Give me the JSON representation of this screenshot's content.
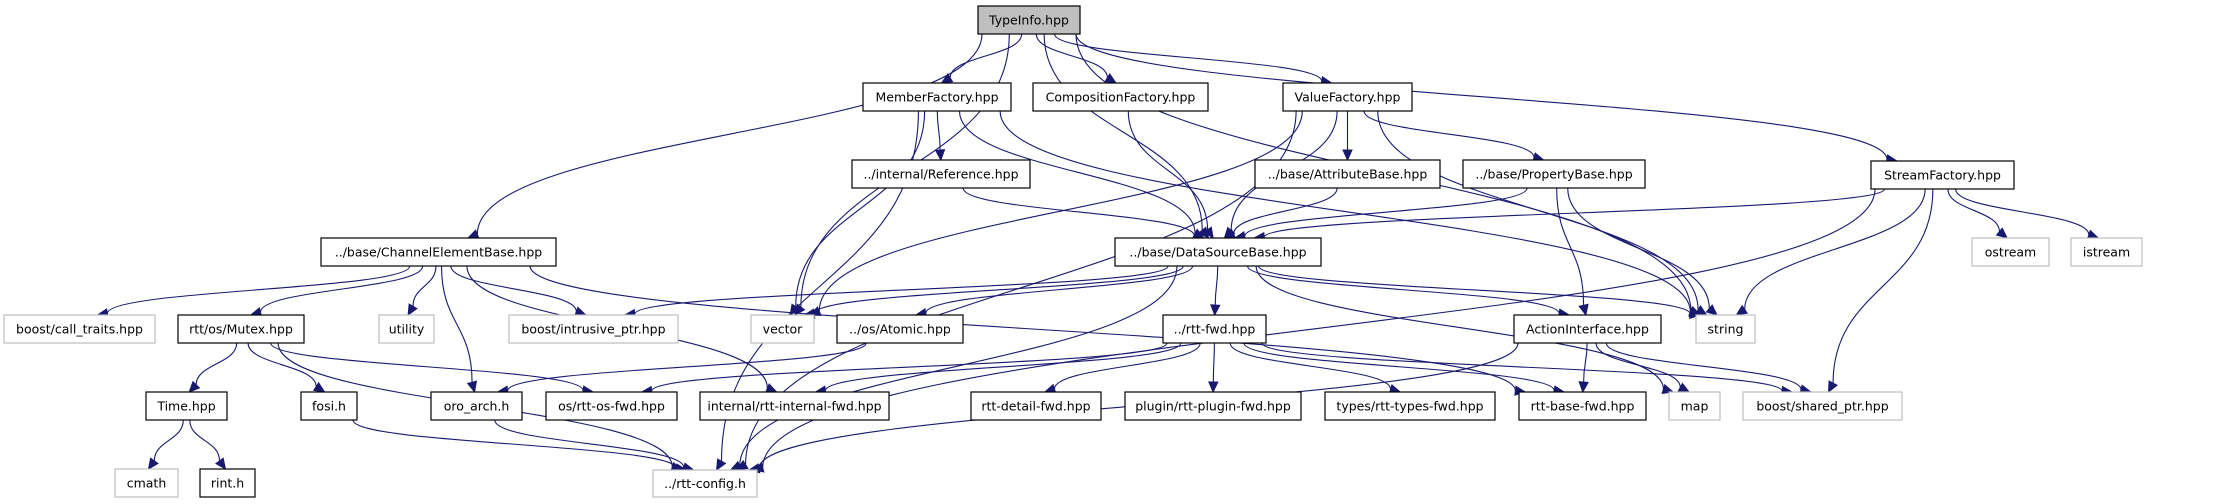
{
  "title": "Include dependency graph for TypeInfo.hpp",
  "colors": {
    "edge": "#191970",
    "root_fill": "#bfbfbf",
    "node_fill": "#ffffff",
    "documented_border": "#000000",
    "external_border": "#bfbfbf"
  },
  "nodes": [
    {
      "id": "typeinfo",
      "label": "TypeInfo.hpp",
      "kind": "root"
    },
    {
      "id": "memberfactory",
      "label": "MemberFactory.hpp",
      "kind": "documented"
    },
    {
      "id": "compositionfactory",
      "label": "CompositionFactory.hpp",
      "kind": "documented"
    },
    {
      "id": "valuefactory",
      "label": "ValueFactory.hpp",
      "kind": "documented"
    },
    {
      "id": "reference",
      "label": "../internal/Reference.hpp",
      "kind": "documented"
    },
    {
      "id": "attributebase",
      "label": "../base/AttributeBase.hpp",
      "kind": "documented"
    },
    {
      "id": "propertybase",
      "label": "../base/PropertyBase.hpp",
      "kind": "documented"
    },
    {
      "id": "streamfactory",
      "label": "StreamFactory.hpp",
      "kind": "documented"
    },
    {
      "id": "channelelementbase",
      "label": "../base/ChannelElementBase.hpp",
      "kind": "documented"
    },
    {
      "id": "datasourcebase",
      "label": "../base/DataSourceBase.hpp",
      "kind": "documented"
    },
    {
      "id": "ostream",
      "label": "ostream",
      "kind": "external"
    },
    {
      "id": "istream",
      "label": "istream",
      "kind": "external"
    },
    {
      "id": "calltraits",
      "label": "boost/call_traits.hpp",
      "kind": "external"
    },
    {
      "id": "mutex",
      "label": "rtt/os/Mutex.hpp",
      "kind": "documented"
    },
    {
      "id": "utility",
      "label": "utility",
      "kind": "external"
    },
    {
      "id": "intrusiveptr",
      "label": "boost/intrusive_ptr.hpp",
      "kind": "external"
    },
    {
      "id": "vector",
      "label": "vector",
      "kind": "external"
    },
    {
      "id": "atomic",
      "label": "../os/Atomic.hpp",
      "kind": "documented"
    },
    {
      "id": "rttfwd",
      "label": "../rtt-fwd.hpp",
      "kind": "documented"
    },
    {
      "id": "actioninterface",
      "label": "ActionInterface.hpp",
      "kind": "documented"
    },
    {
      "id": "string",
      "label": "string",
      "kind": "external"
    },
    {
      "id": "time",
      "label": "Time.hpp",
      "kind": "documented"
    },
    {
      "id": "fosi",
      "label": "fosi.h",
      "kind": "documented"
    },
    {
      "id": "oroarch",
      "label": "oro_arch.h",
      "kind": "documented"
    },
    {
      "id": "osfwd",
      "label": "os/rtt-os-fwd.hpp",
      "kind": "documented"
    },
    {
      "id": "internalfwd",
      "label": "internal/rtt-internal-fwd.hpp",
      "kind": "documented"
    },
    {
      "id": "detailfwd",
      "label": "rtt-detail-fwd.hpp",
      "kind": "documented"
    },
    {
      "id": "pluginfwd",
      "label": "plugin/rtt-plugin-fwd.hpp",
      "kind": "documented"
    },
    {
      "id": "typesfwd",
      "label": "types/rtt-types-fwd.hpp",
      "kind": "documented"
    },
    {
      "id": "basefwd",
      "label": "rtt-base-fwd.hpp",
      "kind": "documented"
    },
    {
      "id": "map",
      "label": "map",
      "kind": "external"
    },
    {
      "id": "sharedptr",
      "label": "boost/shared_ptr.hpp",
      "kind": "external"
    },
    {
      "id": "cmath",
      "label": "cmath",
      "kind": "external"
    },
    {
      "id": "rint",
      "label": "rint.h",
      "kind": "documented"
    },
    {
      "id": "rttconfig",
      "label": "../rtt-config.h",
      "kind": "external"
    }
  ],
  "edges": [
    [
      "typeinfo",
      "memberfactory"
    ],
    [
      "typeinfo",
      "compositionfactory"
    ],
    [
      "typeinfo",
      "valuefactory"
    ],
    [
      "typeinfo",
      "streamfactory"
    ],
    [
      "typeinfo",
      "channelelementbase"
    ],
    [
      "typeinfo",
      "datasourcebase"
    ],
    [
      "typeinfo",
      "vector"
    ],
    [
      "typeinfo",
      "string"
    ],
    [
      "memberfactory",
      "reference"
    ],
    [
      "memberfactory",
      "datasourcebase"
    ],
    [
      "memberfactory",
      "vector"
    ],
    [
      "memberfactory",
      "string"
    ],
    [
      "memberfactory",
      "rttconfig"
    ],
    [
      "compositionfactory",
      "datasourcebase"
    ],
    [
      "valuefactory",
      "attributebase"
    ],
    [
      "valuefactory",
      "propertybase"
    ],
    [
      "valuefactory",
      "datasourcebase"
    ],
    [
      "valuefactory",
      "vector"
    ],
    [
      "valuefactory",
      "string"
    ],
    [
      "valuefactory",
      "rttconfig"
    ],
    [
      "reference",
      "datasourcebase"
    ],
    [
      "attributebase",
      "datasourcebase"
    ],
    [
      "propertybase",
      "datasourcebase"
    ],
    [
      "propertybase",
      "actioninterface"
    ],
    [
      "propertybase",
      "string"
    ],
    [
      "streamfactory",
      "datasourcebase"
    ],
    [
      "streamfactory",
      "ostream"
    ],
    [
      "streamfactory",
      "istream"
    ],
    [
      "streamfactory",
      "string"
    ],
    [
      "streamfactory",
      "sharedptr"
    ],
    [
      "streamfactory",
      "rttconfig"
    ],
    [
      "channelelementbase",
      "calltraits"
    ],
    [
      "channelelementbase",
      "mutex"
    ],
    [
      "channelelementbase",
      "utility"
    ],
    [
      "channelelementbase",
      "intrusiveptr"
    ],
    [
      "channelelementbase",
      "oroarch"
    ],
    [
      "channelelementbase",
      "internalfwd"
    ],
    [
      "channelelementbase",
      "basefwd"
    ],
    [
      "datasourcebase",
      "intrusiveptr"
    ],
    [
      "datasourcebase",
      "vector"
    ],
    [
      "datasourcebase",
      "atomic"
    ],
    [
      "datasourcebase",
      "rttfwd"
    ],
    [
      "datasourcebase",
      "actioninterface"
    ],
    [
      "datasourcebase",
      "string"
    ],
    [
      "datasourcebase",
      "map"
    ],
    [
      "datasourcebase",
      "rttconfig"
    ],
    [
      "mutex",
      "time"
    ],
    [
      "mutex",
      "fosi"
    ],
    [
      "mutex",
      "osfwd"
    ],
    [
      "mutex",
      "rttconfig"
    ],
    [
      "atomic",
      "oroarch"
    ],
    [
      "rttfwd",
      "internalfwd"
    ],
    [
      "rttfwd",
      "osfwd"
    ],
    [
      "rttfwd",
      "detailfwd"
    ],
    [
      "rttfwd",
      "pluginfwd"
    ],
    [
      "rttfwd",
      "typesfwd"
    ],
    [
      "rttfwd",
      "basefwd"
    ],
    [
      "rttfwd",
      "sharedptr"
    ],
    [
      "actioninterface",
      "basefwd"
    ],
    [
      "actioninterface",
      "map"
    ],
    [
      "actioninterface",
      "sharedptr"
    ],
    [
      "actioninterface",
      "rttconfig"
    ],
    [
      "time",
      "cmath"
    ],
    [
      "time",
      "rint"
    ],
    [
      "fosi",
      "rttconfig"
    ],
    [
      "oroarch",
      "rttconfig"
    ]
  ]
}
